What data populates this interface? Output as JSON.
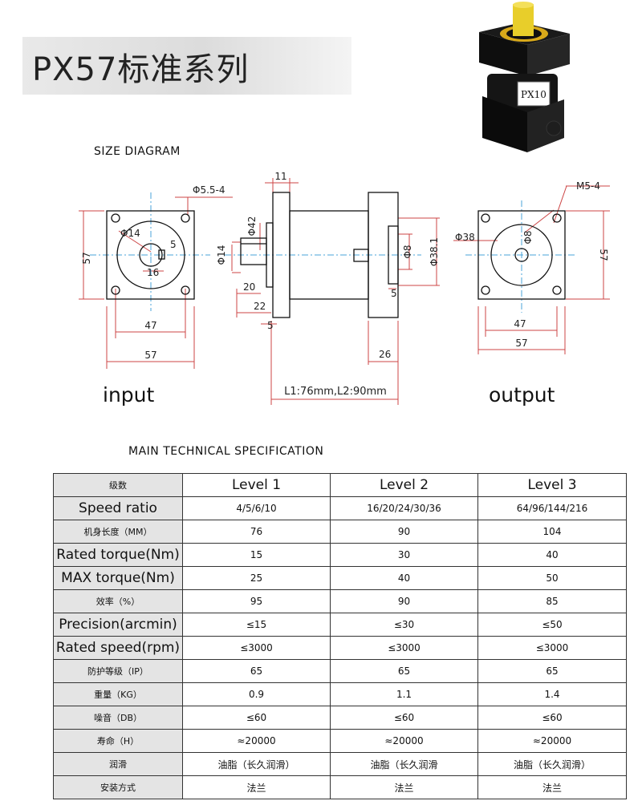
{
  "title": "PX57标准系列",
  "product_label": "PX10",
  "size_diagram_label": "SIZE DIAGRAM",
  "spec_label": "MAIN TECHNICAL SPECIFICATION",
  "drawing": {
    "input_label": "input",
    "output_label": "output",
    "length_label": "L1:76mm,L2:90mm",
    "dims": {
      "d_5_5_4": "Φ5.5-4",
      "d_14_a": "Φ14",
      "d_5": "5",
      "d_16": "16",
      "d_57_left": "57",
      "d_47_input": "47",
      "d_57_input_bottom": "57",
      "d_11": "11",
      "d_42": "Φ42",
      "d_14_b": "Φ14",
      "d_20": "20",
      "d_22": "22",
      "d_5_bottom": "5",
      "d_26": "26",
      "d_8_side": "Φ8",
      "d_38_1": "Φ38.1",
      "d_5_right": "5",
      "m5_4": "M5-4",
      "d_38": "Φ38",
      "d_8_out": "Φ8",
      "d_57_right": "57",
      "d_47_output": "47",
      "d_57_output_bottom": "57"
    }
  },
  "table": {
    "rows": [
      {
        "label": "级数",
        "big": false,
        "values": [
          "Level 1",
          "Level 2",
          "Level 3"
        ]
      },
      {
        "label": "Speed ratio",
        "big": true,
        "values": [
          "4/5/6/10",
          "16/20/24/30/36",
          "64/96/144/216"
        ]
      },
      {
        "label": "机身长度（MM）",
        "big": false,
        "values": [
          "76",
          "90",
          "104"
        ]
      },
      {
        "label": "Rated torque(Nm)",
        "big": true,
        "values": [
          "15",
          "30",
          "40"
        ]
      },
      {
        "label": "MAX torque(Nm)",
        "big": true,
        "values": [
          "25",
          "40",
          "50"
        ]
      },
      {
        "label": "效率（%）",
        "big": false,
        "values": [
          "95",
          "90",
          "85"
        ]
      },
      {
        "label": "Precision(arcmin)",
        "big": true,
        "values": [
          "≤15",
          "≤30",
          "≤50"
        ]
      },
      {
        "label": "Rated speed(rpm)",
        "big": true,
        "values": [
          "≤3000",
          "≤3000",
          "≤3000"
        ]
      },
      {
        "label": "防护等级（IP）",
        "big": false,
        "values": [
          "65",
          "65",
          "65"
        ]
      },
      {
        "label": "重量（KG）",
        "big": false,
        "values": [
          "0.9",
          "1.1",
          "1.4"
        ]
      },
      {
        "label": "噪音（DB）",
        "big": false,
        "values": [
          "≤60",
          "≤60",
          "≤60"
        ]
      },
      {
        "label": "寿命（H）",
        "big": false,
        "values": [
          "≈20000",
          "≈20000",
          "≈20000"
        ]
      },
      {
        "label": "润滑",
        "big": false,
        "values": [
          "油脂（长久润滑）",
          "油脂（长久润滑",
          "油脂（长久润滑）"
        ]
      },
      {
        "label": "安装方式",
        "big": false,
        "values": [
          "法兰",
          "法兰",
          "法兰"
        ]
      }
    ]
  }
}
